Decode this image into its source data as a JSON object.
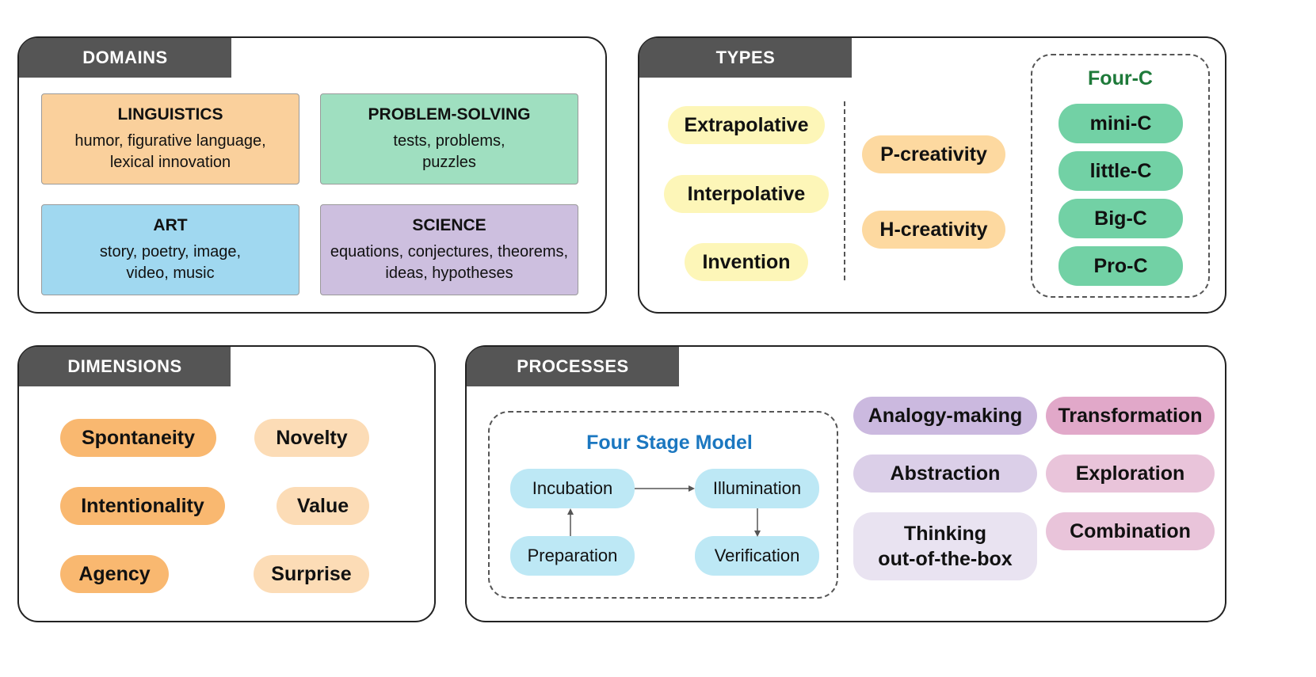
{
  "colors": {
    "tab": "#555555",
    "linguistics": "#fad09c",
    "problem": "#9fdfc0",
    "art": "#a0d8f0",
    "science": "#cdbfdf",
    "types_yellow": "#fdf6b8",
    "types_orange": "#fdd9a0",
    "fourc_green": "#72d1a5",
    "fourc_title": "#1e7a3a",
    "dim_dark": "#f9b870",
    "dim_light": "#fcdcb6",
    "stage_fill": "#bde8f5",
    "stage_title": "#1b77c0",
    "purple_1": "#cbb9df",
    "purple_2": "#dbcfe8",
    "purple_3": "#e9e3f1",
    "pink_1": "#e1a8c9",
    "pink_2": "#e9c4da"
  },
  "domains": {
    "tab": "DOMAINS",
    "linguistics": {
      "head": "LINGUISTICS",
      "line1": "humor, figurative language,",
      "line2": "lexical innovation"
    },
    "problem": {
      "head": "PROBLEM-SOLVING",
      "line1": "tests, problems,",
      "line2": "puzzles"
    },
    "art": {
      "head": "ART",
      "line1": "story, poetry, image,",
      "line2": "video, music"
    },
    "science": {
      "head": "SCIENCE",
      "line1": "equations, conjectures, theorems,",
      "line2": "ideas, hypotheses"
    }
  },
  "types": {
    "tab": "TYPES",
    "extrapolative": "Extrapolative",
    "interpolative": "Interpolative",
    "invention": "Invention",
    "p_creativity": "P-creativity",
    "h_creativity": "H-creativity",
    "four_c_title": "Four-C",
    "mini_c": "mini-C",
    "little_c": "little-C",
    "big_c": "Big-C",
    "pro_c": "Pro-C"
  },
  "dimensions": {
    "tab": "DIMENSIONS",
    "spontaneity": "Spontaneity",
    "intentionality": "Intentionality",
    "agency": "Agency",
    "novelty": "Novelty",
    "value": "Value",
    "surprise": "Surprise"
  },
  "processes": {
    "tab": "PROCESSES",
    "model_title": "Four Stage Model",
    "incubation": "Incubation",
    "illumination": "Illumination",
    "preparation": "Preparation",
    "verification": "Verification",
    "analogy": "Analogy-making",
    "transformation": "Transformation",
    "abstraction": "Abstraction",
    "exploration": "Exploration",
    "thinking_1": "Thinking",
    "thinking_2": "out-of-the-box",
    "combination": "Combination"
  }
}
